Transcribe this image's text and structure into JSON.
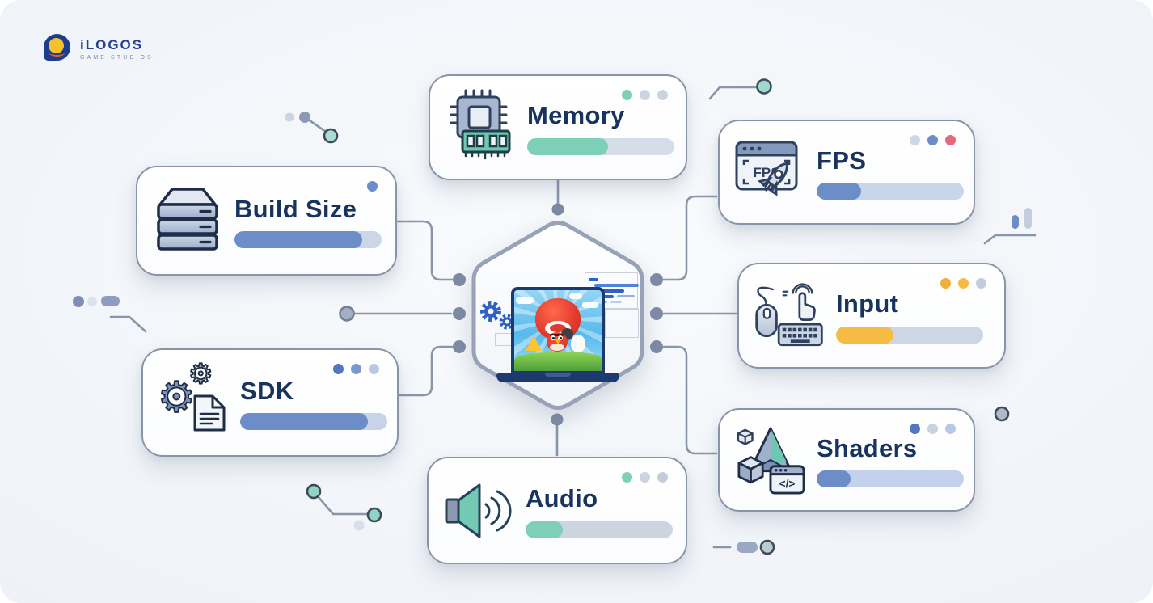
{
  "logo": {
    "name": "iLOGOS",
    "tagline": "GAME STUDIOS",
    "navy": "#1e3c8c",
    "yellow": "#f6c12b"
  },
  "cards": [
    {
      "id": "memory",
      "label": "Memory",
      "progress": 55,
      "fill": "#7ecfb8",
      "track": "#d5dde8",
      "dots": [
        "#7ecfb8",
        "#ccd4e0",
        "#ccd4e0"
      ],
      "icon": "memory-chip-ram"
    },
    {
      "id": "fps",
      "label": "FPS",
      "icon_text": "FPS",
      "progress": 30,
      "fill": "#6d8dc9",
      "track": "#c8d5ea",
      "dots": [
        "#ccd7e8",
        "#6d8dc9",
        "#e5697b"
      ],
      "icon": "browser-fps-rocket"
    },
    {
      "id": "build-size",
      "label": "Build Size",
      "progress": 87,
      "fill": "#6d8dc9",
      "track": "#ccd6e6",
      "dots": [
        "#6d8dc9"
      ],
      "icon": "storage-stack"
    },
    {
      "id": "input",
      "label": "Input",
      "progress": 39,
      "fill": "#f6bb43",
      "track": "#cdd6e4",
      "dots": [
        "#f2ae3c",
        "#f6bb43",
        "#c3cddd"
      ],
      "icon": "mouse-keyboard-touch"
    },
    {
      "id": "sdk",
      "label": "SDK",
      "progress": 87,
      "fill": "#6d8dc9",
      "track": "#c8d2e8",
      "dots": [
        "#5377c0",
        "#7b97cc",
        "#b9c8e6"
      ],
      "icon": "gears-document"
    },
    {
      "id": "shaders",
      "label": "Shaders",
      "icon_text": "</>",
      "progress": 23,
      "fill": "#6d8dc9",
      "track": "#c3d1ea",
      "dots": [
        "#5377c0",
        "#c9d2de",
        "#b9c8e6"
      ],
      "icon": "3d-shapes-code-window"
    },
    {
      "id": "audio",
      "label": "Audio",
      "progress": 25,
      "fill": "#7ecfb8",
      "track": "#ccd4e0",
      "dots": [
        "#7ecfb8",
        "#ccd4e0",
        "#c4cdda"
      ],
      "icon": "speaker-sound-waves"
    }
  ],
  "center": {
    "shape": "hexagon",
    "content": "laptop-running-mobile-game-artwork"
  },
  "colors": {
    "connector": "#8a95a9",
    "node_dot": "#7e8ba5",
    "card_border": "#8a94a8",
    "title": "#17335e",
    "teal_accent": "#7ecfb8",
    "blue_accent": "#6d8dc9",
    "yellow_accent": "#f6bb43",
    "red_accent": "#e5697b"
  }
}
